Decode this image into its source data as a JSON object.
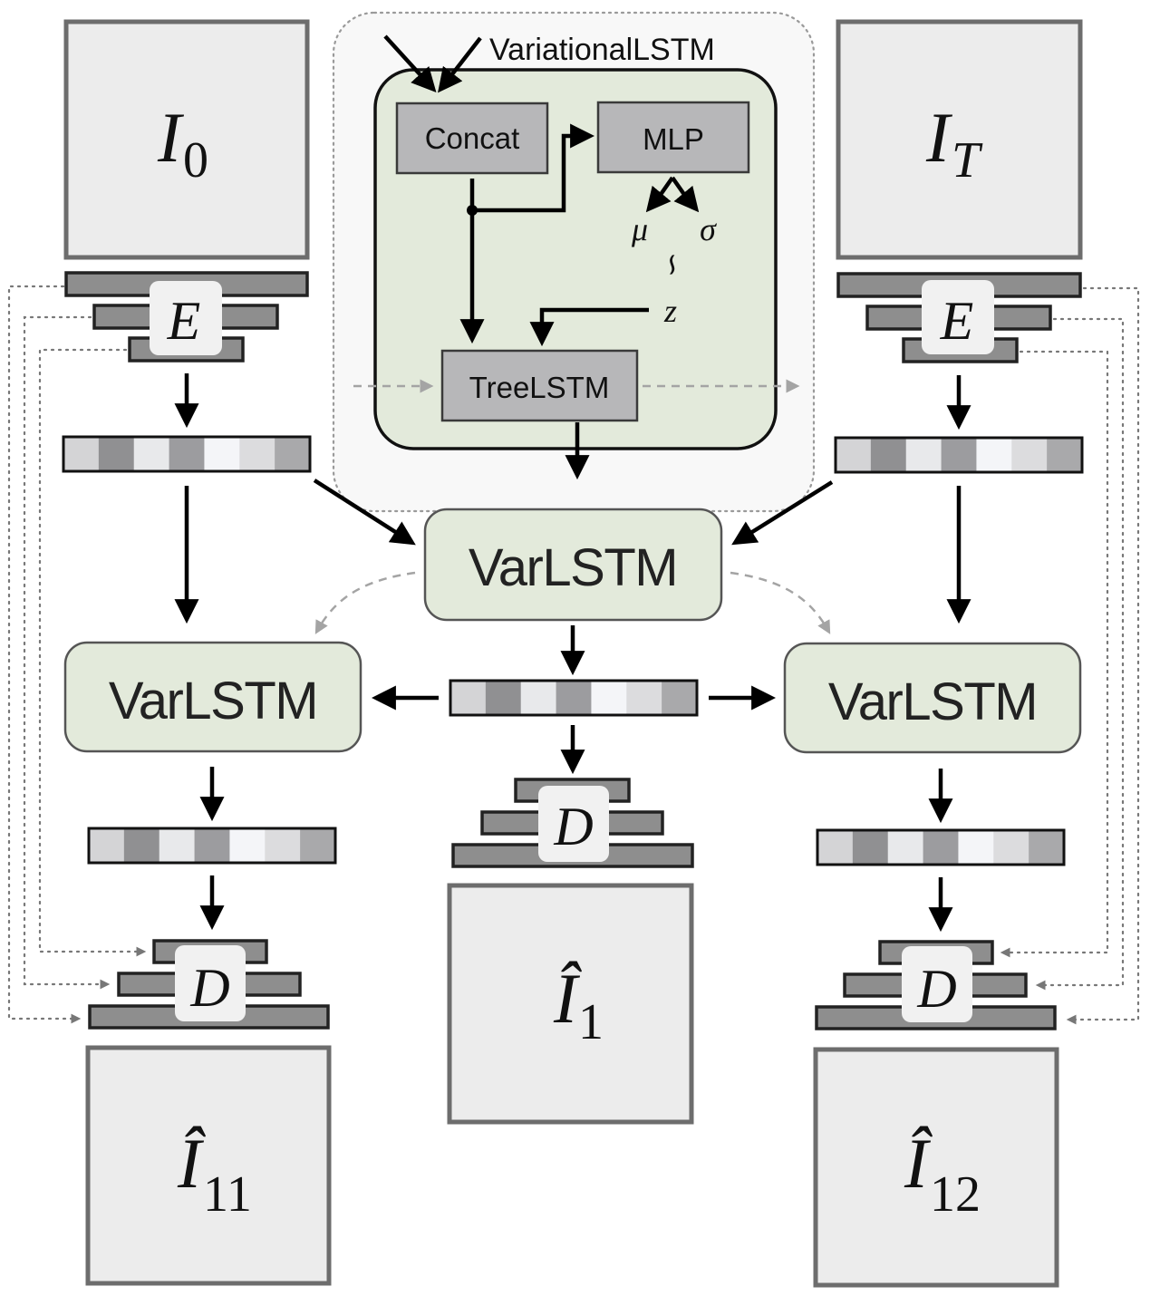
{
  "inputs": {
    "left": {
      "sym": "I",
      "sub": "0"
    },
    "right": {
      "sym": "I",
      "sub": "T"
    }
  },
  "outputs": {
    "left": {
      "sym": "Î",
      "sub": "11"
    },
    "center": {
      "sym": "Î",
      "sub": "1"
    },
    "right": {
      "sym": "Î",
      "sub": "12"
    }
  },
  "encoder_label": "E",
  "decoder_label": "D",
  "varlstm_label": "VarLSTM",
  "inset": {
    "title": "VariationalLSTM",
    "concat": "Concat",
    "mlp": "MLP",
    "mu": "μ",
    "sigma": "σ",
    "sample": "∽",
    "z": "z",
    "treelstm": "TreeLSTM"
  },
  "colors": {
    "varlstm_fill": "#e3eadb",
    "inset_fill": "#e3eadb",
    "op_fill": "#b7b7b9",
    "frame_fill": "#ececec"
  }
}
